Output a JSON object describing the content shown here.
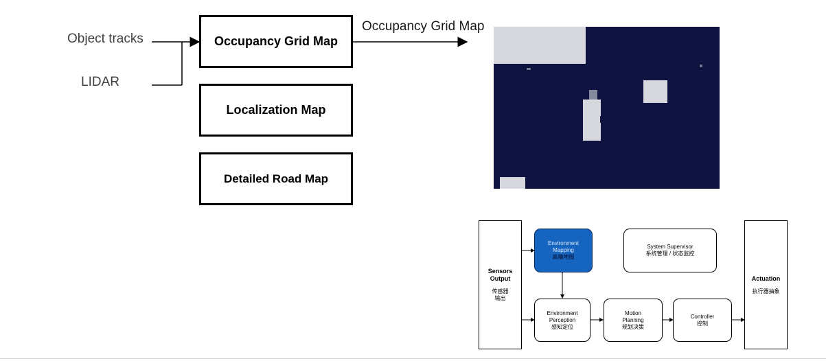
{
  "inputs": [
    "Object tracks",
    "LIDAR"
  ],
  "maps": [
    "Occupancy Grid Map",
    "Localization Map",
    "Detailed Road Map"
  ],
  "output_label": "Occupancy Grid Map",
  "flow": {
    "sensors": {
      "title_line1": "Sensors",
      "title_line2": "Output",
      "zh_line1": "传感器",
      "zh_line2": "输出"
    },
    "env_mapping": {
      "line1": "Environment",
      "line2": "Mapping",
      "zh": "高精地图"
    },
    "supervisor": {
      "line1": "System Supervisor",
      "zh": "系统管理 / 状态监控"
    },
    "env_perception": {
      "line1": "Environment",
      "line2": "Perception",
      "zh": "感知定位"
    },
    "motion": {
      "line1": "Motion",
      "line2": "Planning",
      "zh": "规划决策"
    },
    "controller": {
      "line1": "Controller",
      "zh": "控制"
    },
    "actuation": {
      "title": "Actuation",
      "zh": "执行器抽象"
    }
  },
  "colors": {
    "grid_background": "#0f1340",
    "grid_occupied": "#d6d8de",
    "mapping_box": "#1565c0"
  }
}
